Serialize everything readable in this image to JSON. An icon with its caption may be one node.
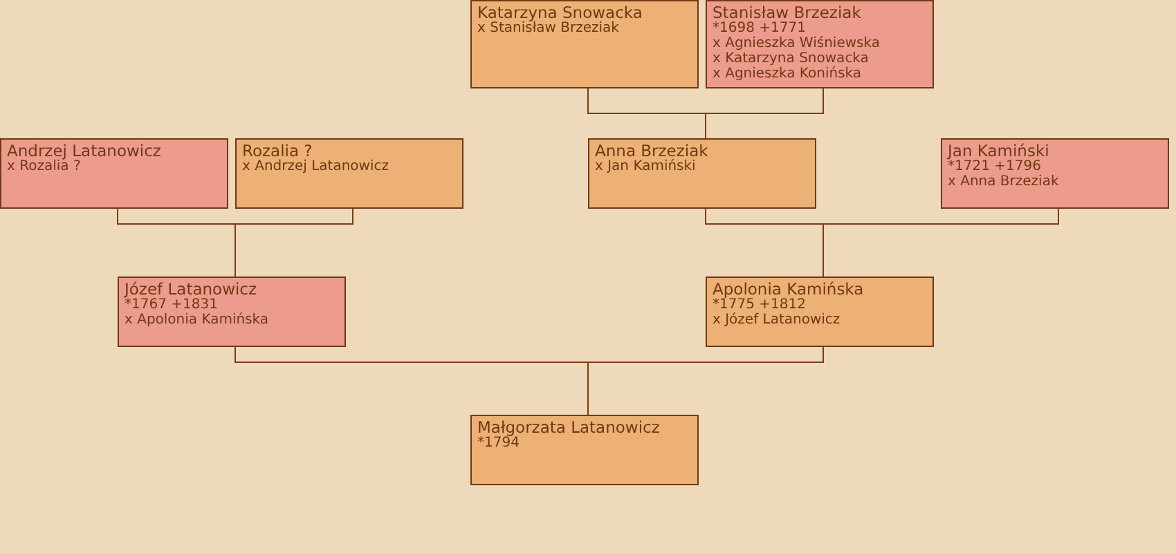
{
  "diagram": {
    "nodes": [
      {
        "text": [
          "Katarzyna Snowacka",
          "x Stanisław Brzeziak"
        ]
      },
      {
        "text": [
          "Stanisław Brzeziak",
          "*1698 +1771",
          "x Agnieszka Wiśniewska",
          "x Katarzyna Snowacka",
          "x Agnieszka Konińska"
        ]
      },
      {
        "text": [
          "Andrzej Latanowicz",
          "x Rozalia ?"
        ]
      },
      {
        "text": [
          "Rozalia ?",
          "x Andrzej Latanowicz"
        ]
      },
      {
        "text": [
          "Anna Brzeziak",
          "x Jan Kamiński"
        ]
      },
      {
        "text": [
          "Jan Kamiński",
          "*1721 +1796",
          "x Anna Brzeziak"
        ]
      },
      {
        "text": [
          "Józef Latanowicz",
          "*1767 +1831",
          "x Apolonia Kamińska"
        ]
      },
      {
        "text": [
          "Apolonia Kamińska",
          "*1775 +1812",
          "x Józef Latanowicz"
        ]
      },
      {
        "text": [
          "Małgorzata Latanowicz",
          "*1794"
        ]
      }
    ],
    "edges": [
      {
        "from": 0,
        "to": 4,
        "arrow": "none"
      },
      {
        "from": 1,
        "to": 4,
        "arrow": "none"
      },
      {
        "from": 2,
        "to": 6,
        "arrow": "none"
      },
      {
        "from": 3,
        "to": 6,
        "arrow": "none"
      },
      {
        "from": 4,
        "to": 7,
        "arrow": "none"
      },
      {
        "from": 5,
        "to": 7,
        "arrow": "none"
      },
      {
        "from": 6,
        "to": 8,
        "arrow": "none"
      },
      {
        "from": 7,
        "to": 8,
        "arrow": "none"
      }
    ]
  }
}
